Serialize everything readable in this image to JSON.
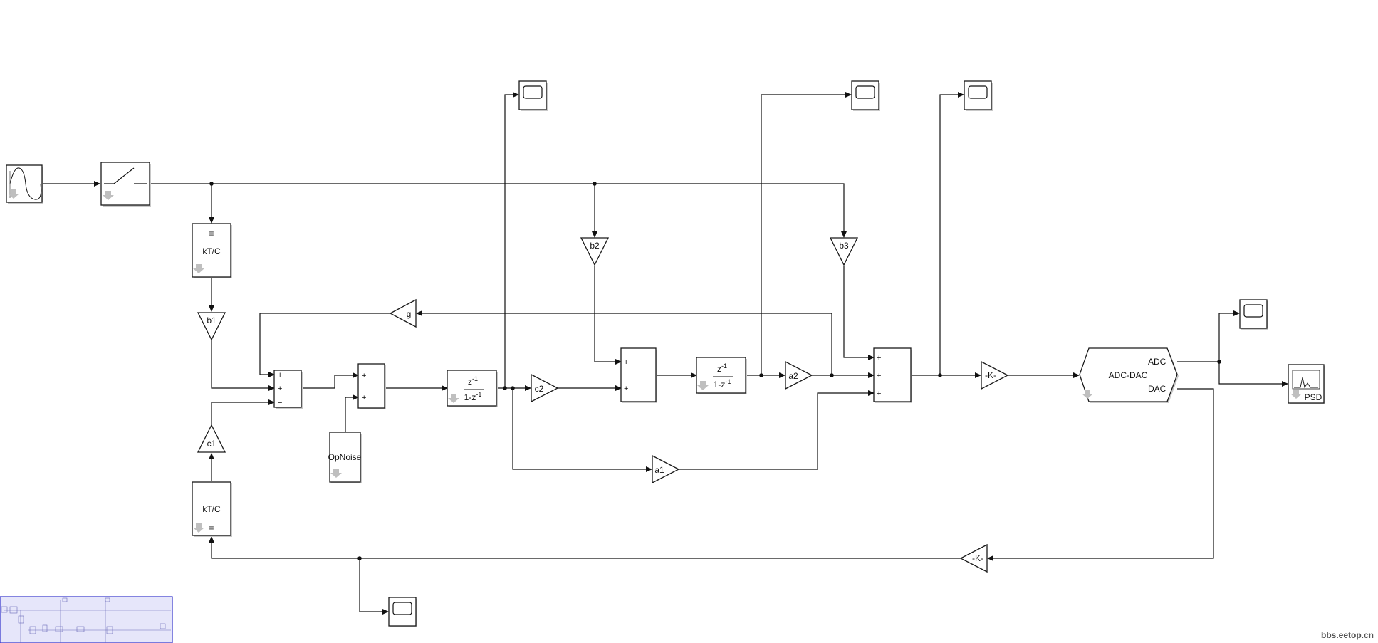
{
  "blocks": {
    "sine": "",
    "switch": "",
    "ktc_top": "kT/C",
    "ktc_bottom": "kT/C",
    "b1": "b1",
    "b2": "b2",
    "b3": "b3",
    "c1": "c1",
    "c2": "c2",
    "g": "g",
    "a1": "a1",
    "a2": "a2",
    "gain_k_fwd": "-K-",
    "gain_k_fb": "-K-",
    "opnoise": "OpNoise",
    "integrator1": {
      "num": "z",
      "num_exp": "-1",
      "den": "1-z",
      "den_exp": "-1"
    },
    "integrator2": {
      "num": "z",
      "num_exp": "-1",
      "den": "1-z",
      "den_exp": "-1"
    },
    "adcdac": {
      "name": "ADC-DAC",
      "port_adc": "ADC",
      "port_dac": "DAC"
    },
    "psd": "PSD",
    "noise_symbol": "≡"
  },
  "sum_signs": {
    "sum1": [
      "+",
      "+",
      "−"
    ],
    "sum2": [
      "+",
      "+"
    ],
    "sum3": [
      "+",
      "+"
    ],
    "sum4": [
      "+",
      "+",
      "+",
      "+"
    ]
  },
  "watermark": "bbs.eetop.cn",
  "colors": {
    "minimap_bg": "#e6e6fa",
    "minimap_border": "#3333cc"
  }
}
